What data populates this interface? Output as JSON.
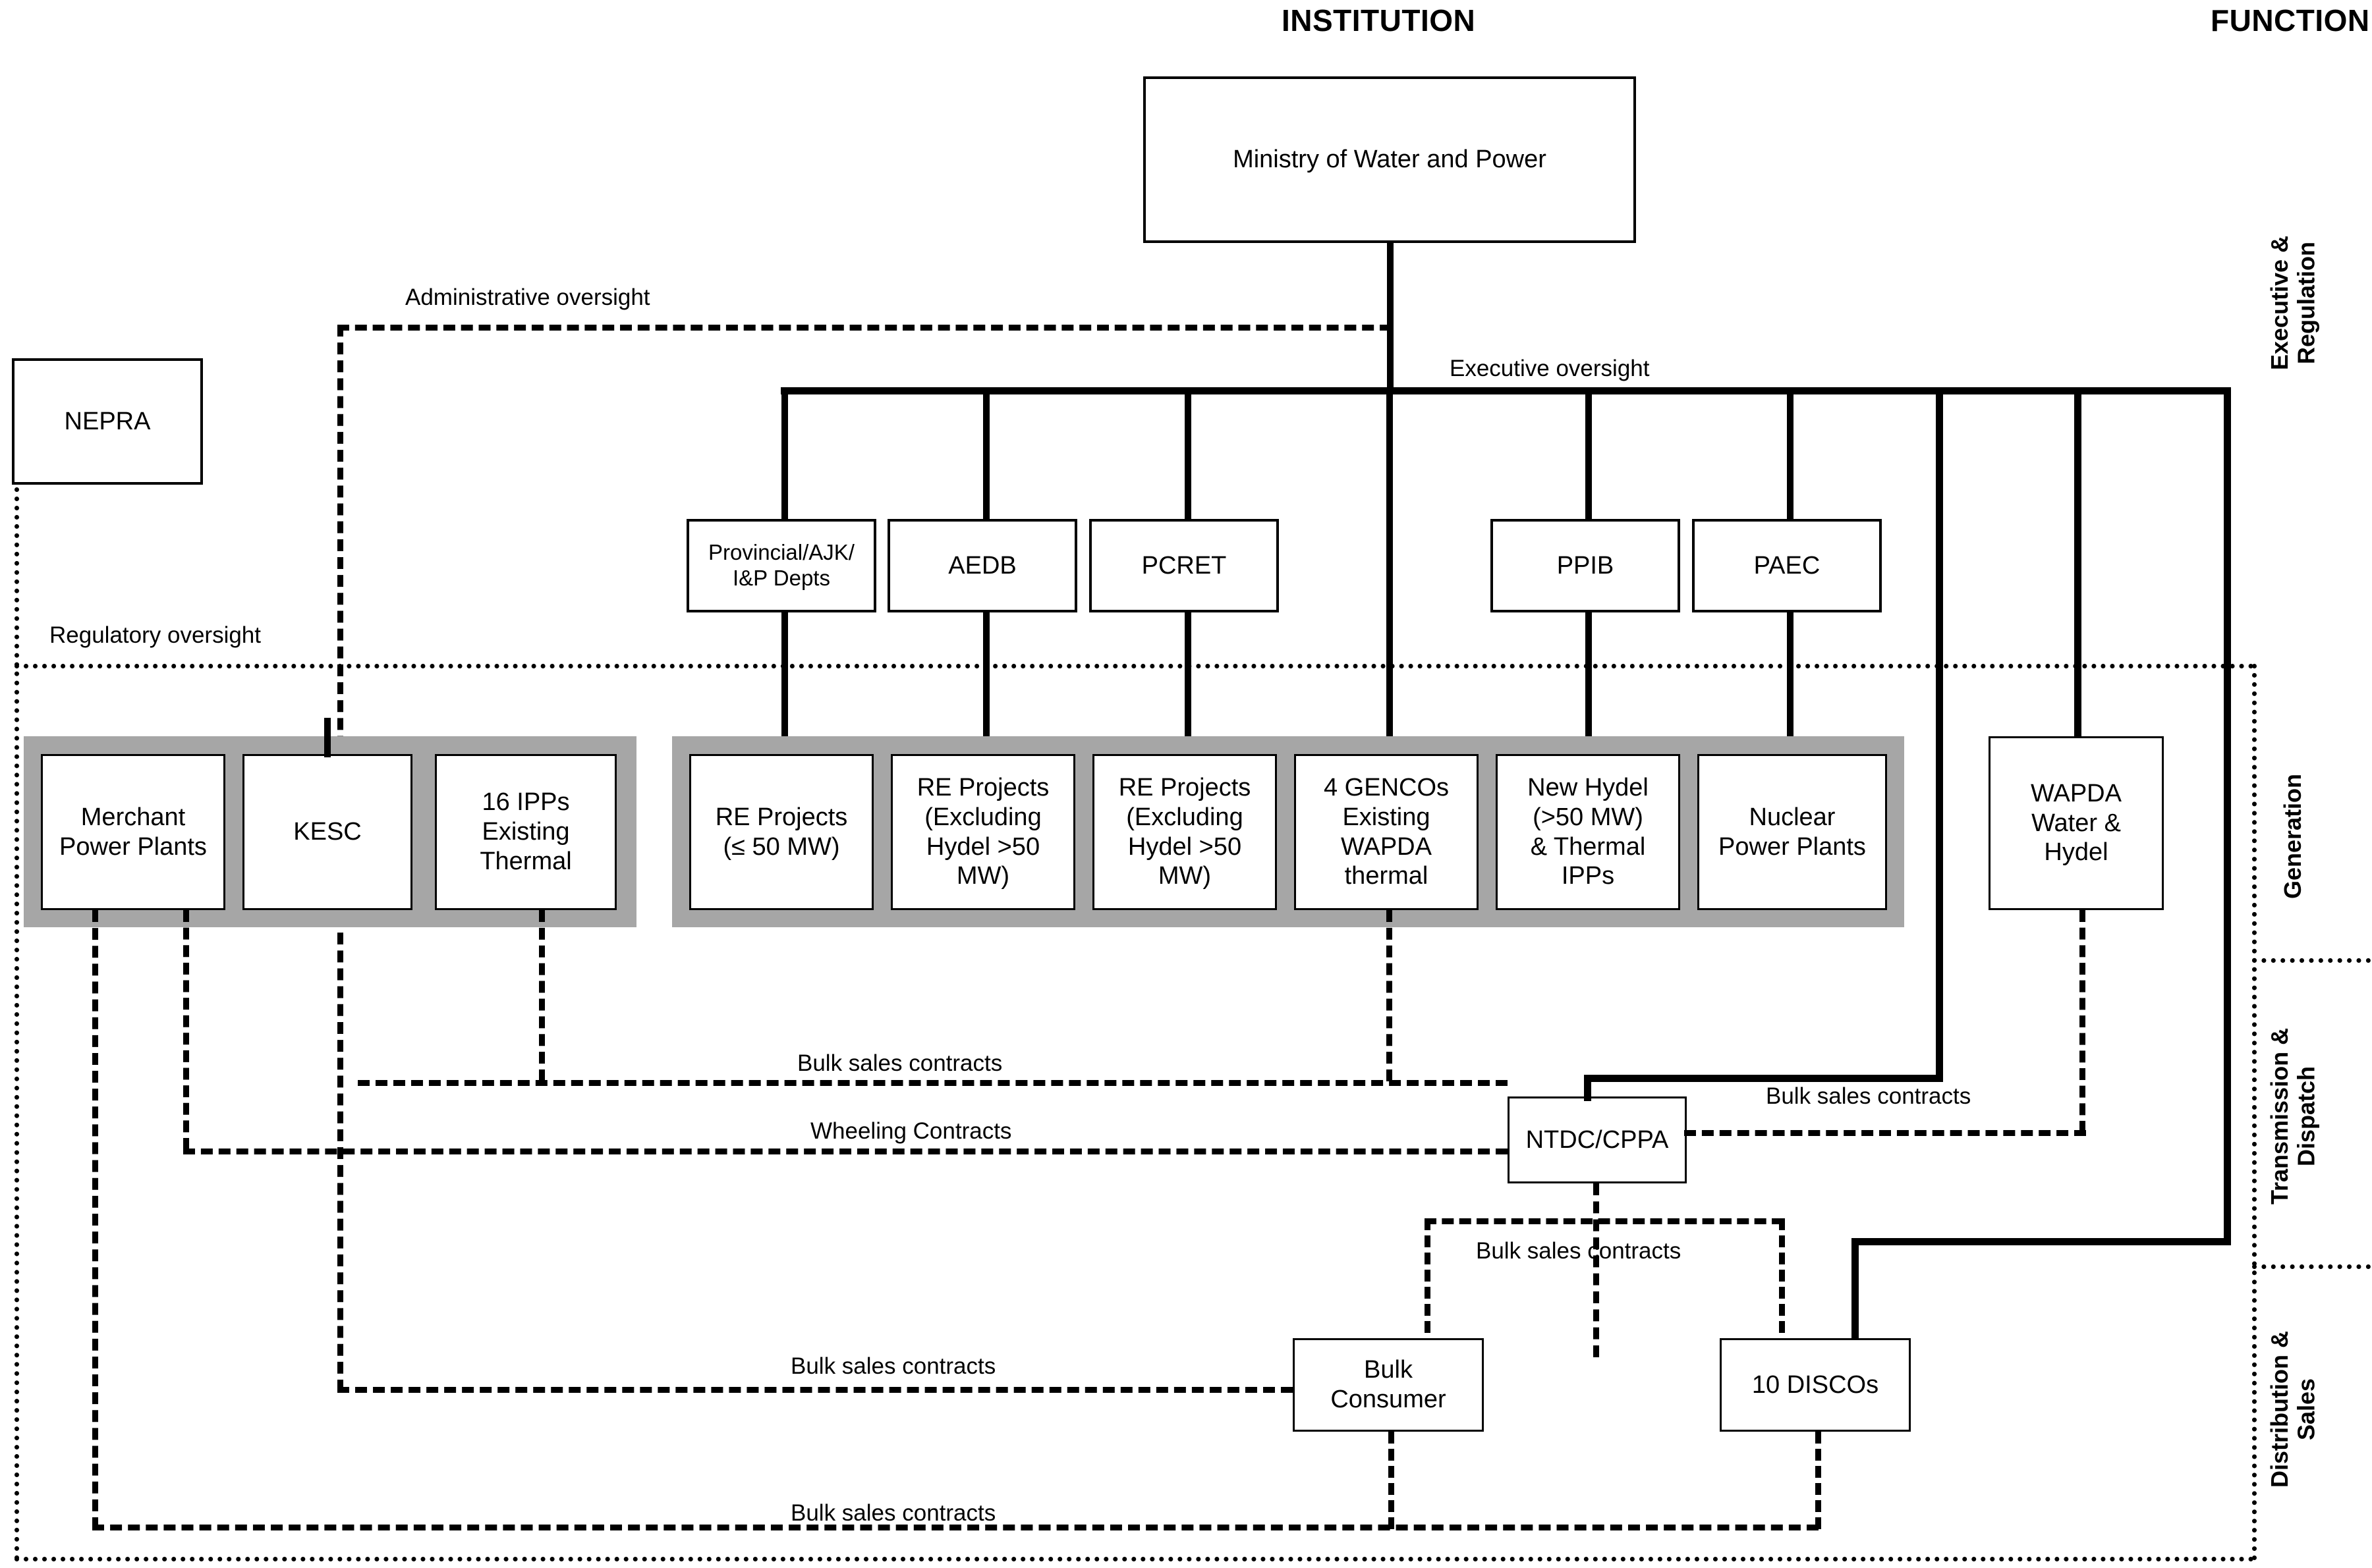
{
  "headers": {
    "institution": "INSTITUTION",
    "function": "FUNCTION"
  },
  "function_bands": [
    {
      "id": "executive-regulation",
      "line1": "Executive &",
      "line2": "Regulation"
    },
    {
      "id": "generation",
      "line1": "Generation",
      "line2": ""
    },
    {
      "id": "transmission-dispatch",
      "line1": "Transmission &",
      "line2": "Dispatch"
    },
    {
      "id": "distribution-sales",
      "line1": "Distribution &",
      "line2": "Sales"
    }
  ],
  "nodes": {
    "ministry": "Ministry of Water and Power",
    "nepra": "NEPRA",
    "provincial": "Provincial/AJK/ I&P Depts",
    "provincial_l1": "Provincial/AJK/",
    "provincial_l2": "I&P Depts",
    "aedb": "AEDB",
    "pcret": "PCRET",
    "ppib": "PPIB",
    "paec": "PAEC",
    "merchant_l1": "Merchant",
    "merchant_l2": "Power Plants",
    "kesc": "KESC",
    "ipps_l1": "16 IPPs",
    "ipps_l2": "Existing",
    "ipps_l3": "Thermal",
    "re50_l1": "RE Projects",
    "re50_l2": "(≤ 50 MW)",
    "reex1_l1": "RE Projects",
    "reex1_l2": "(Excluding",
    "reex1_l3": "Hydel >50",
    "reex1_l4": "MW)",
    "reex2_l1": "RE Projects",
    "reex2_l2": "(Excluding",
    "reex2_l3": "Hydel >50",
    "reex2_l4": "MW)",
    "gencos_l1": "4 GENCOs",
    "gencos_l2": "Existing",
    "gencos_l3": "WAPDA",
    "gencos_l4": "thermal",
    "newhydel_l1": "New Hydel",
    "newhydel_l2": "(>50 MW)",
    "newhydel_l3": "& Thermal",
    "newhydel_l4": "IPPs",
    "nuclear_l1": "Nuclear",
    "nuclear_l2": "Power Plants",
    "wapda_l1": "WAPDA",
    "wapda_l2": "Water &",
    "wapda_l3": "Hydel",
    "ntdc": "NTDC/CPPA",
    "bulk_consumer_l1": "Bulk",
    "bulk_consumer_l2": "Consumer",
    "discos": "10 DISCOs"
  },
  "edge_labels": {
    "administrative_oversight": "Administrative oversight",
    "executive_oversight": "Executive oversight",
    "regulatory_oversight": "Regulatory oversight",
    "bulk_sales_1": "Bulk sales contracts",
    "wheeling": "Wheeling Contracts",
    "bulk_sales_2": "Bulk sales contracts",
    "bulk_sales_3": "Bulk sales contracts",
    "bulk_sales_4": "Bulk sales contracts",
    "bulk_sales_5": "Bulk sales contracts"
  },
  "colors": {
    "line": "#000000",
    "group_fill": "#a6a6a6",
    "background": "#ffffff"
  }
}
